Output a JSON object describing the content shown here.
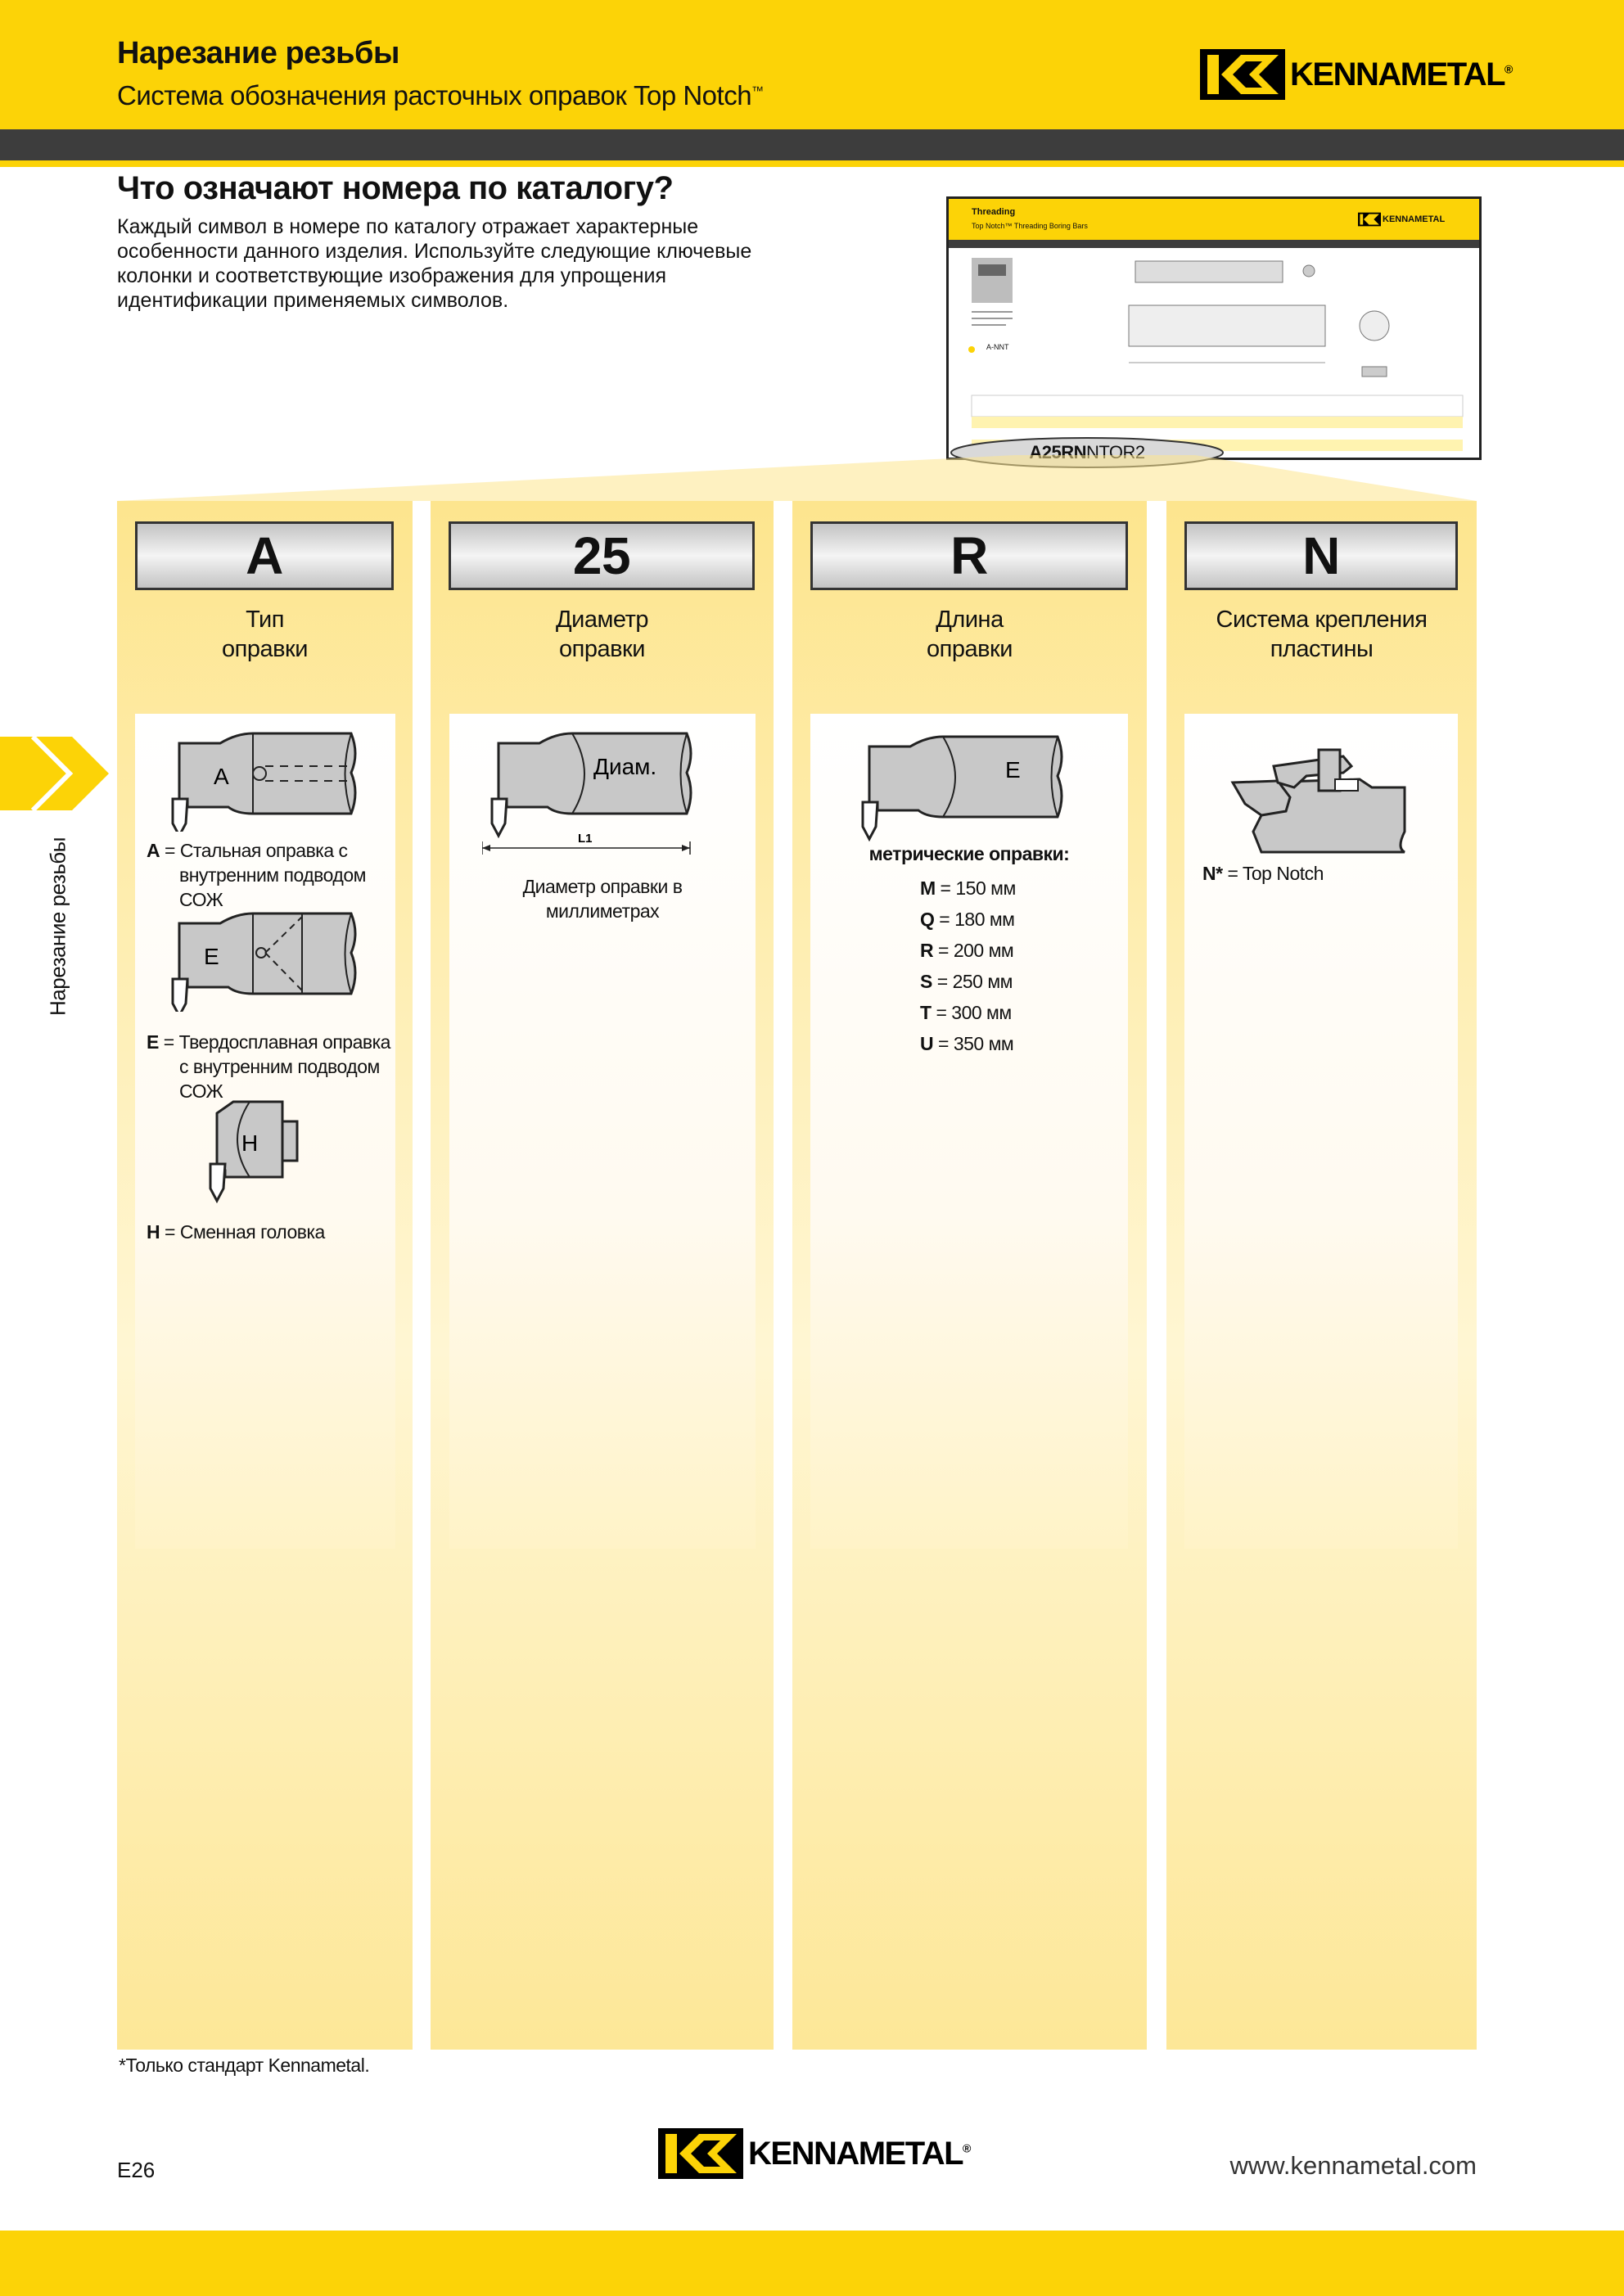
{
  "header": {
    "section_title": "Нарезание резьбы",
    "subtitle": "Система обозначения расточных оправок Top Notch",
    "subtitle_tm": "™",
    "brand": "KENNAMETAL",
    "brand_reg": "®"
  },
  "intro": {
    "heading": "Что означают номера по каталогу?",
    "text": "Каждый символ в номере по каталогу отражает характерные особенности данного изделия. Используйте следующие ключевые колонки и соответствующие изображения для упрощения идентификации применяемых символов."
  },
  "thumbnail": {
    "title": "Threading",
    "subtitle": "Top Notch™ Threading Boring Bars",
    "brand": "KENNAMETAL",
    "legend": "A-NNT",
    "code_bold": "A25RN",
    "code_rest": "NTOR2"
  },
  "side_tab": {
    "label": "Нарезание резьбы"
  },
  "columns": [
    {
      "code": "A",
      "label_line1": "Тип",
      "label_line2": "оправки",
      "items": [
        {
          "key": "A",
          "text_line1": "Стальная оправка с",
          "text_line2": "внутренним подводом СОЖ",
          "icon_text": "A"
        },
        {
          "key": "E",
          "text_line1": "Твердосплавная оправка",
          "text_line2": "с внутренним подводом СОЖ",
          "icon_text": "E"
        },
        {
          "key": "H",
          "text_line1": "Сменная головка",
          "icon_text": "H"
        }
      ]
    },
    {
      "code": "25",
      "label_line1": "Диаметр",
      "label_line2": "оправки",
      "icon_text": "Диам.",
      "dim_label": "L1",
      "desc_line1": "Диаметр оправки в",
      "desc_line2": "миллиметрах"
    },
    {
      "code": "R",
      "label_line1": "Длина",
      "label_line2": "оправки",
      "icon_text": "E",
      "list_title": "метрические оправки:",
      "lengths": [
        {
          "key": "M",
          "value": "150 мм"
        },
        {
          "key": "Q",
          "value": "180 мм"
        },
        {
          "key": "R",
          "value": "200 мм"
        },
        {
          "key": "S",
          "value": "250 мм"
        },
        {
          "key": "T",
          "value": "300 мм"
        },
        {
          "key": "U",
          "value": "350 мм"
        }
      ]
    },
    {
      "code": "N",
      "label_line1": "Система крепления",
      "label_line2": "пластины",
      "item_key": "N*",
      "item_text": "Top Notch"
    }
  ],
  "footer": {
    "footnote": "*Только стандарт Kennametal.",
    "page_number": "E26",
    "website": "www.kennametal.com",
    "brand": "KENNAMETAL",
    "brand_reg": "®"
  },
  "colors": {
    "brand_yellow": "#fcd307",
    "dark_band": "#3d3d3d",
    "column_fill": "#fde58e"
  }
}
